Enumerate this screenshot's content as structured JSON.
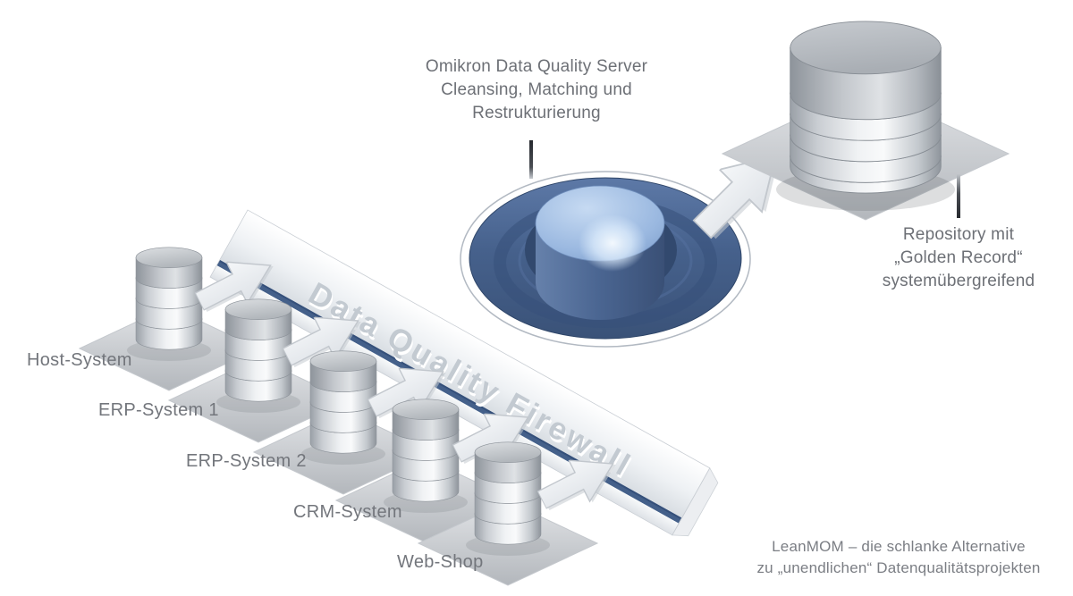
{
  "diagram": {
    "server_annotation": {
      "line1": "Omikron Data Quality Server",
      "line2": "Cleansing, Matching und",
      "line3": "Restrukturierung"
    },
    "firewall_label": "Data Quality Firewall",
    "source_systems": [
      {
        "label": "Host-System"
      },
      {
        "label": "ERP-System 1"
      },
      {
        "label": "ERP-System 2"
      },
      {
        "label": "CRM-System"
      },
      {
        "label": "Web-Shop"
      }
    ],
    "repository_annotation": {
      "line1": "Repository mit",
      "line2": "„Golden Record“",
      "line3": "systemübergreifend"
    },
    "footer": {
      "line1": "LeanMOM – die schlanke Alternative",
      "line2": "zu „unendlichen“ Datenqualitätsprojekten"
    },
    "colors": {
      "funnel_blue": "#46618c",
      "firewall_edge_blue": "#44608a",
      "label_gray": "#73767c"
    }
  }
}
